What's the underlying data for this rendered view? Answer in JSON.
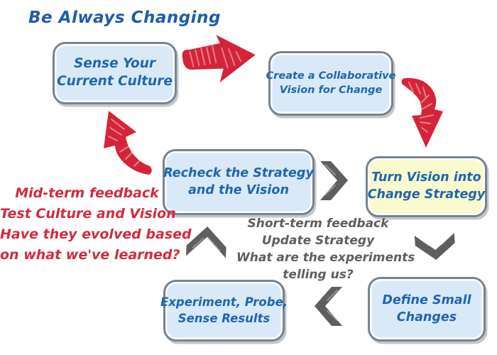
{
  "title": "Be Always Changing",
  "colors": {
    "title_text": "#1d5da9",
    "box_fill_blue": "#d9e9f7",
    "box_fill_yellow": "#fafacf",
    "box_border": "#77838f",
    "box_text": "#2065b0",
    "arrow_red": "#d42438",
    "note_red_text": "#d42a3d",
    "note_gray_text": "#5e5e5e"
  },
  "boxes": {
    "sense": {
      "lines": [
        "Sense Your",
        "Current Culture"
      ]
    },
    "create": {
      "lines": [
        "Create a Collaborative",
        "Vision for Change"
      ]
    },
    "turn": {
      "lines": [
        "Turn Vision into",
        "Change Strategy"
      ]
    },
    "recheck": {
      "lines": [
        "Recheck the Strategy",
        "and the Vision"
      ]
    },
    "experiment": {
      "lines": [
        "Experiment, Probe,",
        "Sense Results"
      ]
    },
    "define": {
      "lines": [
        "Define Small",
        "Changes"
      ]
    }
  },
  "notes": {
    "midterm": {
      "lines": [
        "Mid-term feedback",
        "Test Culture and Vision",
        "Have they evolved based",
        "on what we've learned?"
      ]
    },
    "shortterm": {
      "lines": [
        "Short-term feedback",
        "Update Strategy",
        "What are the experiments",
        "telling us?"
      ]
    }
  },
  "icons": {
    "red_arrows": [
      "red-arrow-right-icon",
      "red-arrow-down-icon",
      "red-arrow-upleft-icon"
    ],
    "gray_chevrons": [
      "chevron-right-icon",
      "chevron-down-icon",
      "chevron-left-icon",
      "chevron-up-icon"
    ]
  }
}
